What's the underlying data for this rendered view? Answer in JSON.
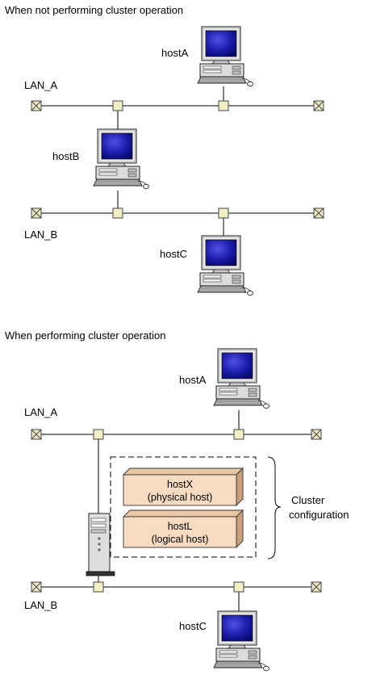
{
  "top": {
    "title": "When not performing cluster operation",
    "lan_a": "LAN_A",
    "lan_b": "LAN_B",
    "host_a": "hostA",
    "host_b": "hostB",
    "host_c": "hostC"
  },
  "bottom": {
    "title": "When performing cluster operation",
    "lan_a": "LAN_A",
    "lan_b": "LAN_B",
    "host_a": "hostA",
    "host_c": "hostC",
    "host_x_line1": "hostX",
    "host_x_line2": "(physical host)",
    "host_l_line1": "hostL",
    "host_l_line2": "(logical host)",
    "cluster_line1": "Cluster",
    "cluster_line2": "configuration"
  },
  "colors": {
    "node_fill": "#f0eec4",
    "end_fill": "#eeeac6",
    "host_box_front": "#f7dcc2",
    "host_box_side": "#c8a07c",
    "monitor_screen": "#1a1aa8",
    "computer_body": "#d8d8d8"
  },
  "icons": [
    "desktop-computer-icon",
    "tower-server-icon",
    "network-node-icon",
    "network-terminator-icon"
  ]
}
